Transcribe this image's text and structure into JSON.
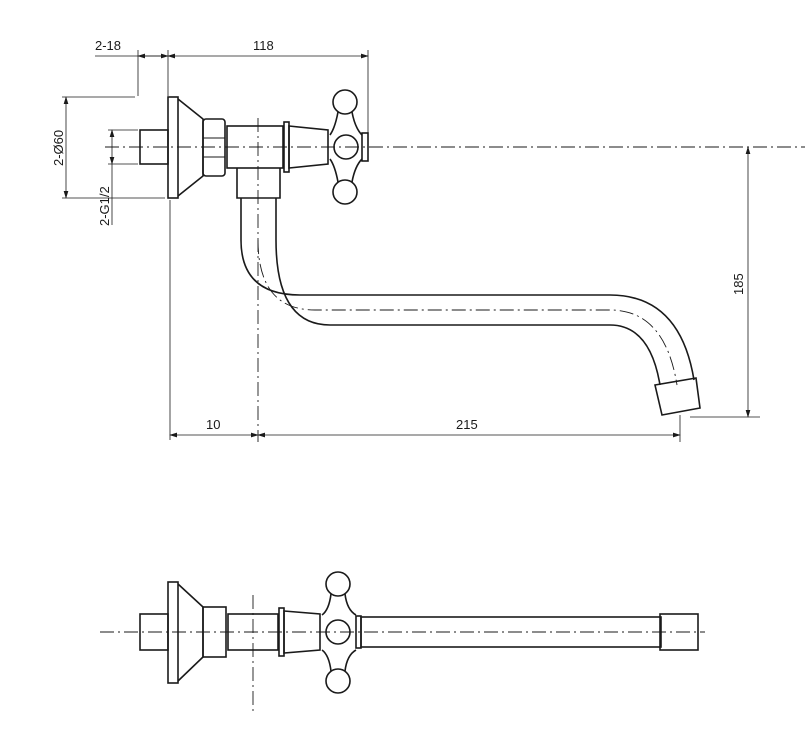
{
  "drawing": {
    "dimensions": {
      "thread_length": "2-18",
      "body_length": "118",
      "flange_diameter": "2-Ø60",
      "thread_size": "2-G1/2",
      "offset": "10",
      "spout_reach": "215",
      "spout_height": "185"
    },
    "line_color": "#1a1a1a"
  }
}
